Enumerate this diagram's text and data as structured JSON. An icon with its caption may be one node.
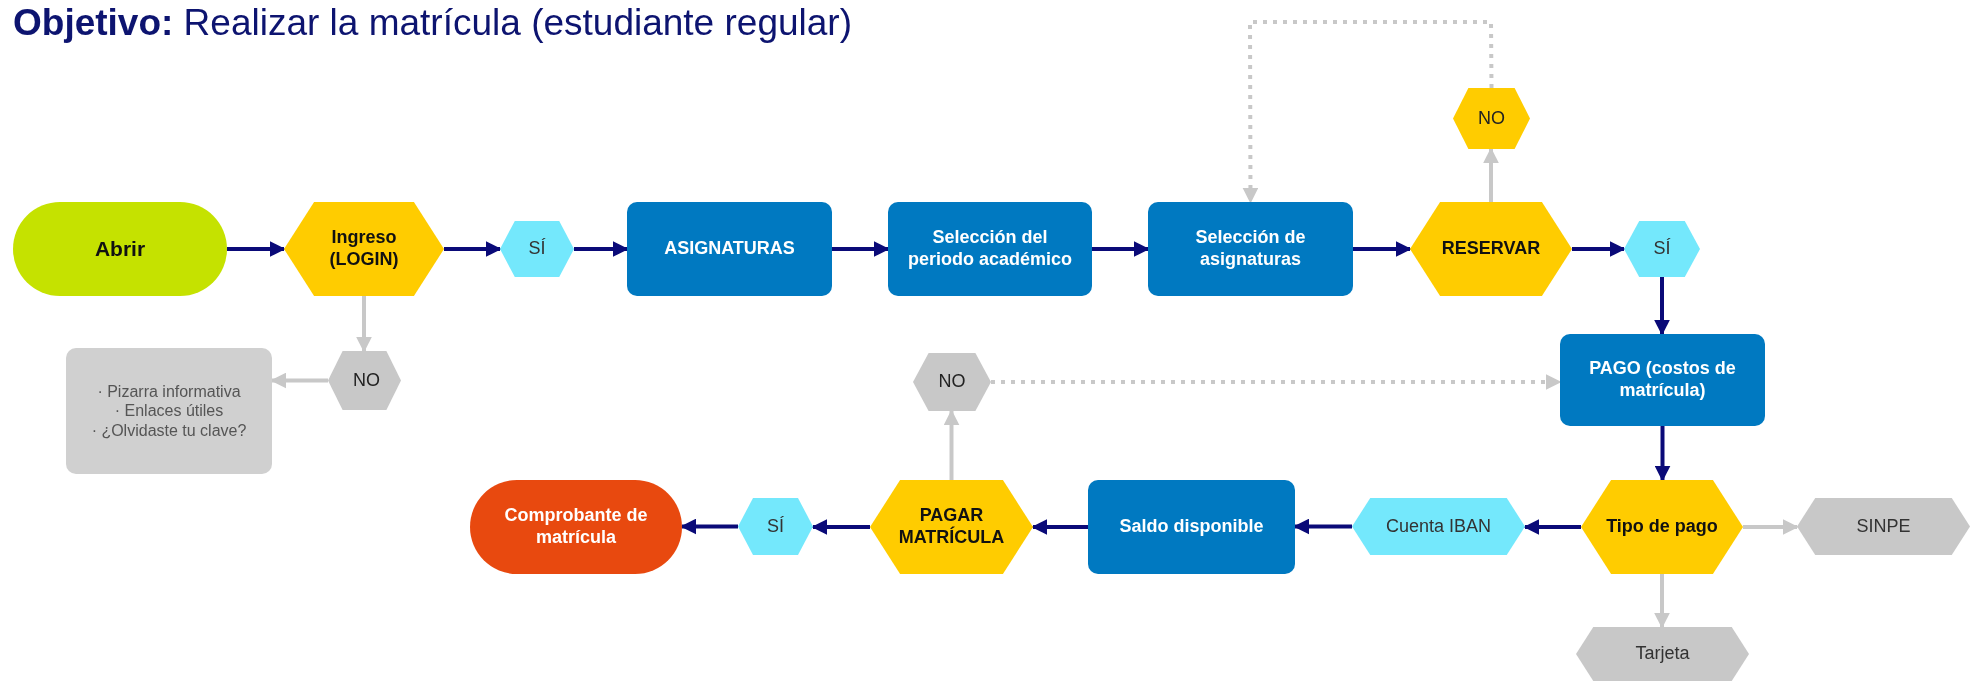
{
  "diagram": {
    "title": "**Objetivo:** Realizar la matrícula (estudiante regular)",
    "nodes": [
      {
        "text": [
          "NO"
        ]
      },
      {
        "text": [
          "Abrir"
        ]
      },
      {
        "text": [
          "Ingreso (LOGIN)"
        ]
      },
      {
        "text": [
          "SÍ"
        ]
      },
      {
        "text": [
          "ASIGNATURAS"
        ]
      },
      {
        "text": [
          "Selección del periodo académico"
        ]
      },
      {
        "text": [
          "Selección de asignaturas"
        ]
      },
      {
        "text": [
          "RESERVAR"
        ]
      },
      {
        "text": [
          "SÍ"
        ]
      },
      {
        "text": [
          "PAGO (costos de matrícula)"
        ]
      },
      {
        "text": [
          "NO"
        ]
      },
      {
        "text": [
          "· Pizarra informativa",
          "· Enlaces útiles",
          "· ¿Olvidaste tu clave?"
        ]
      },
      {
        "text": [
          "NO"
        ]
      },
      {
        "text": [
          "Comprobante de matrícula"
        ]
      },
      {
        "text": [
          "SÍ"
        ]
      },
      {
        "text": [
          "PAGAR MATRÍCULA"
        ]
      },
      {
        "text": [
          "Saldo disponible"
        ]
      },
      {
        "text": [
          "Cuenta IBAN"
        ]
      },
      {
        "text": [
          "Tipo de pago"
        ]
      },
      {
        "text": [
          "SINPE"
        ]
      },
      {
        "text": [
          "Tarjeta"
        ]
      }
    ],
    "edges": [
      {
        "from": 1,
        "to": 2,
        "arrow": "to"
      },
      {
        "from": 2,
        "to": 3,
        "arrow": "to"
      },
      {
        "from": 3,
        "to": 4,
        "arrow": "to"
      },
      {
        "from": 4,
        "to": 5,
        "arrow": "to"
      },
      {
        "from": 5,
        "to": 6,
        "arrow": "to"
      },
      {
        "from": 6,
        "to": 7,
        "arrow": "to"
      },
      {
        "from": 7,
        "to": 8,
        "arrow": "to"
      },
      {
        "from": 7,
        "to": 0,
        "arrow": "to",
        "color": "#c8c8c8"
      },
      {
        "from": 0,
        "to": 6,
        "arrow": "to",
        "style": "dashed",
        "color": "#c8c8c8"
      },
      {
        "from": 8,
        "to": 9,
        "arrow": "to"
      },
      {
        "from": 2,
        "to": 10,
        "arrow": "to",
        "color": "#c8c8c8"
      },
      {
        "from": 10,
        "to": 11,
        "arrow": "to",
        "color": "#c8c8c8"
      },
      {
        "from": 9,
        "to": 18,
        "arrow": "to"
      },
      {
        "from": 18,
        "to": 19,
        "arrow": "to",
        "color": "#c8c8c8"
      },
      {
        "from": 18,
        "to": 20,
        "arrow": "to",
        "color": "#c8c8c8"
      },
      {
        "from": 18,
        "to": 17,
        "arrow": "to"
      },
      {
        "from": 17,
        "to": 16,
        "arrow": "to"
      },
      {
        "from": 16,
        "to": 15,
        "arrow": "to"
      },
      {
        "from": 15,
        "to": 12,
        "arrow": "to",
        "color": "#c8c8c8"
      },
      {
        "from": 12,
        "to": 9,
        "arrow": "to",
        "style": "dashed",
        "color": "#c8c8c8"
      },
      {
        "from": 15,
        "to": 14,
        "arrow": "to"
      },
      {
        "from": 14,
        "to": 13,
        "arrow": "to"
      }
    ]
  }
}
